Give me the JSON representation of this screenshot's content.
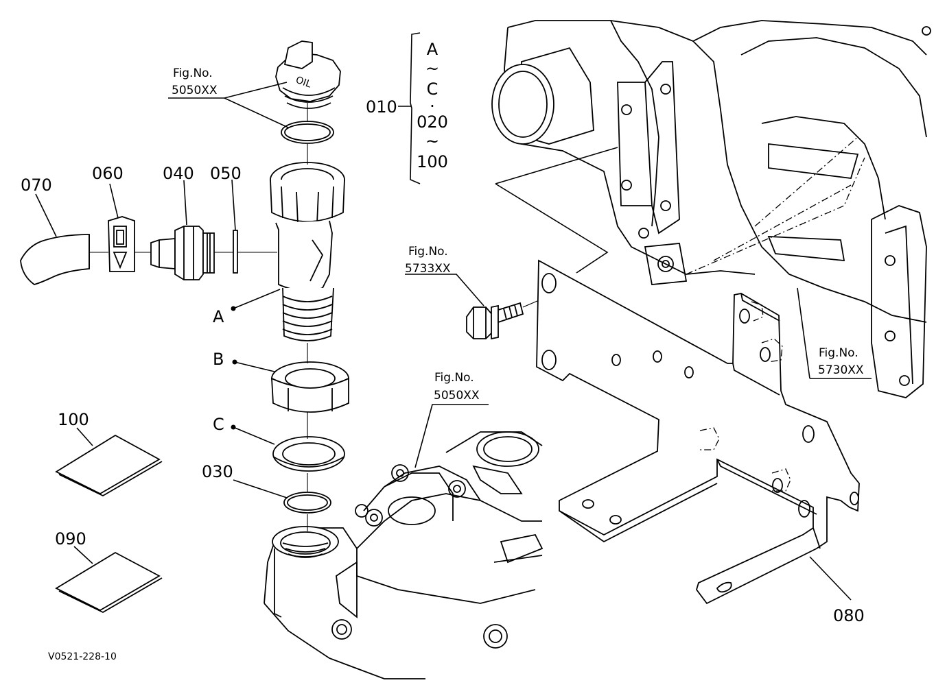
{
  "part_labels": {
    "p070": "070",
    "p060": "060",
    "p040": "040",
    "p050": "050",
    "p010": "010",
    "p030": "030",
    "p080": "080",
    "p090": "090",
    "p100": "100"
  },
  "kit_range": [
    "A",
    "~",
    "C",
    "·",
    "020",
    "~",
    "100"
  ],
  "callout_letters": {
    "a": "A",
    "b": "B",
    "c": "C"
  },
  "fig_refs": {
    "oil_cap": {
      "line1": "Fig.No.",
      "line2": "5050XX"
    },
    "head_cover": {
      "line1": "Fig.No.",
      "line2": "5050XX"
    },
    "bolt": {
      "line1": "Fig.No.",
      "line2": "5733XX"
    },
    "engine": {
      "line1": "Fig.No.",
      "line2": "5730XX"
    }
  },
  "drawing_code": "V0521-228-10"
}
